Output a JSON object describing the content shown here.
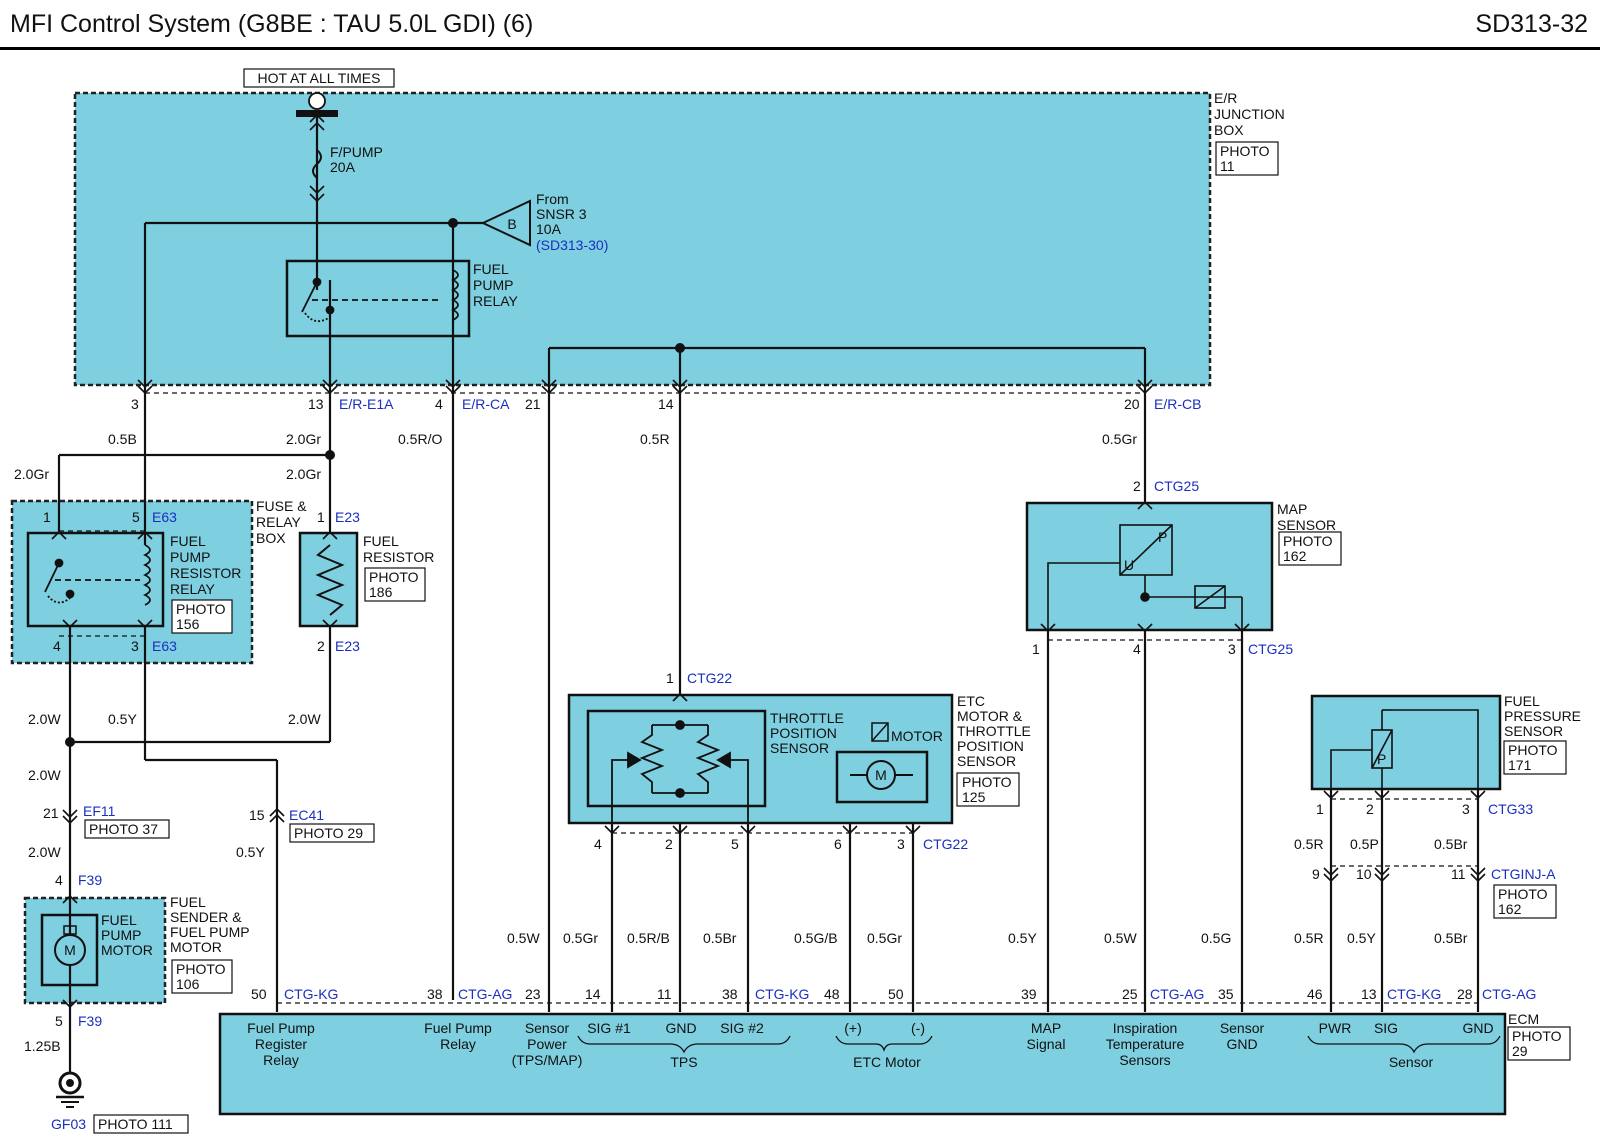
{
  "header": {
    "title": "MFI Control System (G8BE : TAU 5.0L GDI) (6)",
    "code": "SD313-32"
  },
  "colors": {
    "module_fill": "#7ecfe0",
    "wire": "#111111",
    "link_text": "#1a2fbf"
  },
  "labels": {
    "hot": "HOT AT ALL TIMES",
    "fuse_name": "F/PUMP",
    "fuse_amp": "20A",
    "from_tag": "B",
    "from_1": "From",
    "from_2": "SNSR 3",
    "from_3": "10A",
    "from_ref": "(SD313-30)",
    "jb_1": "E/R",
    "jb_2": "JUNCTION",
    "jb_3": "BOX",
    "jb_photo_1": "PHOTO",
    "jb_photo_2": "11",
    "fpr_1": "FUEL",
    "fpr_2": "PUMP",
    "fpr_3": "RELAY",
    "pin_3": "3",
    "pin_13": "13",
    "pin_4": "4",
    "pin_21": "21",
    "pin_14": "14",
    "pin_20": "20",
    "conn_e1a": "E/R-E1A",
    "conn_eca": "E/R-CA",
    "conn_ecb": "E/R-CB",
    "w_05b": "0.5B",
    "w_20gr_a": "2.0Gr",
    "w_20gr_b": "2.0Gr",
    "w_20gr_c": "2.0Gr",
    "w_05ro": "0.5R/O",
    "w_05r": "0.5R",
    "w_05gr_map": "0.5Gr",
    "frb_1": "FUSE &",
    "frb_2": "RELAY",
    "frb_3": "BOX",
    "fprr_1": "FUEL",
    "fprr_2": "PUMP",
    "fprr_3": "RESISTOR",
    "fprr_4": "RELAY",
    "fprr_photo_1": "PHOTO",
    "fprr_photo_2": "156",
    "fprr_p1": "1",
    "fprr_p5": "5",
    "fprr_e63a": "E63",
    "fprr_p4": "4",
    "fprr_p3": "3",
    "fprr_e63b": "E63",
    "fres_1": "FUEL",
    "fres_2": "RESISTOR",
    "fres_photo_1": "PHOTO",
    "fres_photo_2": "186",
    "fres_p1": "1",
    "fres_e23a": "E23",
    "fres_p2": "2",
    "fres_e23b": "E23",
    "w_20w_a": "2.0W",
    "w_05y_a": "0.5Y",
    "w_20w_b": "2.0W",
    "w_20w_c": "2.0W",
    "w_20w_d": "2.0W",
    "w_05y_b": "0.5Y",
    "w_125b": "1.25B",
    "ef11_pin": "21",
    "ef11": "EF11",
    "ef11_photo": "PHOTO 37",
    "ec41_pin": "15",
    "ec41": "EC41",
    "ec41_photo": "PHOTO 29",
    "f39_pin_a": "4",
    "f39_a": "F39",
    "f39_pin_b": "5",
    "f39_b": "F39",
    "fsm_1": "FUEL",
    "fsm_2": "SENDER &",
    "fsm_3": "FUEL PUMP",
    "fsm_4": "MOTOR",
    "fsm_photo_1": "PHOTO",
    "fsm_photo_2": "106",
    "fpm_1": "FUEL",
    "fpm_2": "PUMP",
    "fpm_3": "MOTOR",
    "motor_m": "M",
    "gf03": "GF03",
    "gf03_photo": "PHOTO 111",
    "map_p2": "2",
    "map_ctg25_a": "CTG25",
    "map_1": "MAP",
    "map_2": "SENSOR",
    "map_photo_1": "PHOTO",
    "map_photo_2": "162",
    "map_p": "P",
    "map_u": "U",
    "map_pin1": "1",
    "map_pin4": "4",
    "map_pin3": "3",
    "map_ctg25_b": "CTG25",
    "etc_pin1": "1",
    "etc_ctg22_a": "CTG22",
    "etc_1": "ETC",
    "etc_2": "MOTOR &",
    "etc_3": "THROTTLE",
    "etc_4": "POSITION",
    "etc_5": "SENSOR",
    "etc_photo_1": "PHOTO",
    "etc_photo_2": "125",
    "tps_1": "THROTTLE",
    "tps_2": "POSITION",
    "tps_3": "SENSOR",
    "etc_motor": "MOTOR",
    "etc_m": "M",
    "etc_pin4": "4",
    "etc_pin2": "2",
    "etc_pin5": "5",
    "etc_pin6": "6",
    "etc_pin3": "3",
    "etc_ctg22_b": "CTG22",
    "fps_1": "FUEL",
    "fps_2": "PRESSURE",
    "fps_3": "SENSOR",
    "fps_photo_1": "PHOTO",
    "fps_photo_2": "171",
    "fps_p": "P",
    "fps_pin1": "1",
    "fps_pin2": "2",
    "fps_pin3": "3",
    "fps_ctg33": "CTG33",
    "w_05r_fps": "0.5R",
    "w_05p": "0.5P",
    "w_05br_fps": "0.5Br",
    "inj_pin9": "9",
    "inj_pin10": "10",
    "inj_pin11": "11",
    "inj_conn": "CTGINJ-A",
    "inj_photo_1": "PHOTO",
    "inj_photo_2": "162",
    "b_05w_a": "0.5W",
    "b_05gr_a": "0.5Gr",
    "b_05rb": "0.5R/B",
    "b_05br_a": "0.5Br",
    "b_05gb": "0.5G/B",
    "b_05gr_b": "0.5Gr",
    "b_05y": "0.5Y",
    "b_05w_b": "0.5W",
    "b_05g": "0.5G",
    "b_05r": "0.5R",
    "b_05y_b": "0.5Y",
    "b_05br_b": "0.5Br",
    "ecm_p50": "50",
    "ecm_ctgkg_a": "CTG-KG",
    "ecm_p38a": "38",
    "ecm_ctgag_a": "CTG-AG",
    "ecm_p23": "23",
    "ecm_p14": "14",
    "ecm_p11": "11",
    "ecm_p38b": "38",
    "ecm_ctgkg_b": "CTG-KG",
    "ecm_p48": "48",
    "ecm_p50b": "50",
    "ecm_p39": "39",
    "ecm_p25": "25",
    "ecm_ctgag_b": "CTG-AG",
    "ecm_p35": "35",
    "ecm_p46": "46",
    "ecm_p13": "13",
    "ecm_ctgkg_c": "CTG-KG",
    "ecm_p28": "28",
    "ecm_ctgag_c": "CTG-AG",
    "ecm_name": "ECM",
    "ecm_photo_1": "PHOTO",
    "ecm_photo_2": "29",
    "fpr_relay_1": "Fuel Pump",
    "fpr_relay_2": "Register",
    "fpr_relay_3": "Relay",
    "fp_relay_1": "Fuel Pump",
    "fp_relay_2": "Relay",
    "sp_1": "Sensor",
    "sp_2": "Power",
    "sp_3": "(TPS/MAP)",
    "sig1": "SIG #1",
    "gnd_tps": "GND",
    "sig2": "SIG #2",
    "tps_group": "TPS",
    "etc_plus": "(+)",
    "etc_minus": "(-)",
    "etc_group": "ETC Motor",
    "map_sig_1": "MAP",
    "map_sig_2": "Signal",
    "it_1": "Inspiration",
    "it_2": "Temperature",
    "it_3": "Sensors",
    "sg_1": "Sensor",
    "sg_2": "GND",
    "pwr": "PWR",
    "sig": "SIG",
    "gnd_s": "GND",
    "sensor_group": "Sensor"
  }
}
